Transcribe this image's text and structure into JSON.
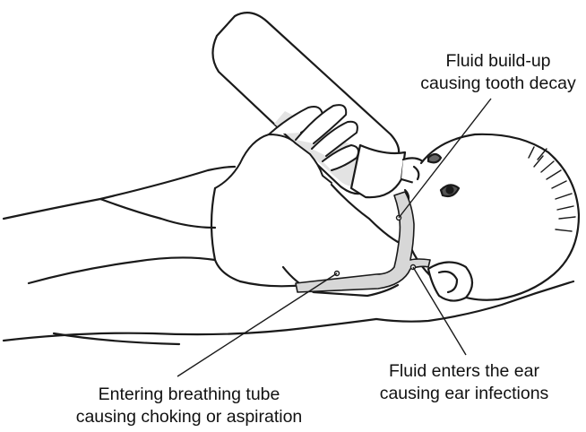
{
  "annotations": {
    "tooth_decay": {
      "line1": "Fluid build-up",
      "line2": "causing tooth decay"
    },
    "ear_infection": {
      "line1": "Fluid enters the ear",
      "line2": "causing ear infections"
    },
    "breathing_tube": {
      "line1": "Entering breathing tube",
      "line2": "causing choking or aspiration"
    }
  },
  "colors": {
    "line": "#1a1a1a",
    "fluid": "#d7d7d7",
    "bottle_fill": "#e3e3e3"
  }
}
